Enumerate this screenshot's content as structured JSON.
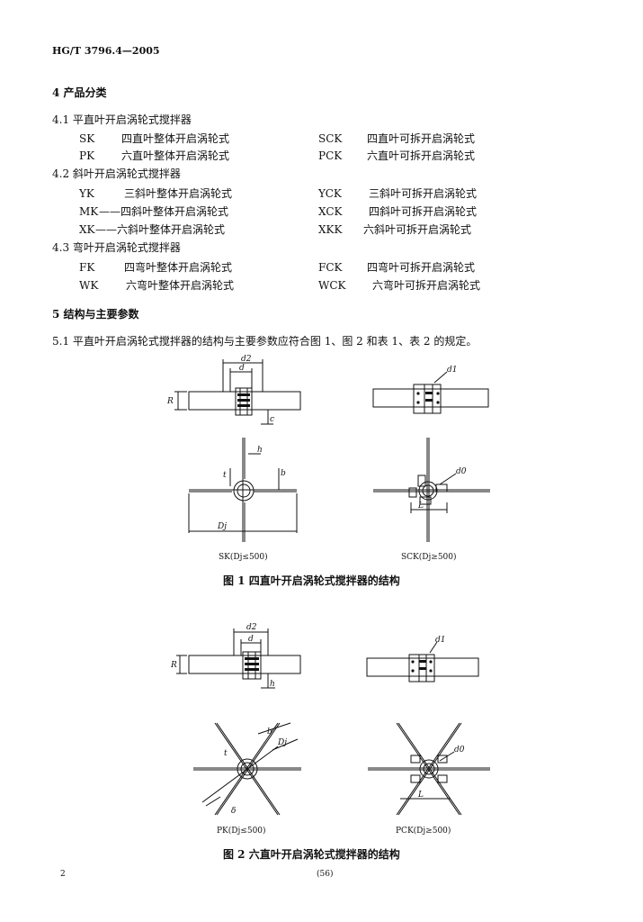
{
  "header": {
    "standard_no": "HG/T 3796.4—2005"
  },
  "section4": {
    "heading": "4  产品分类",
    "s41": {
      "heading": "4.1  平直叶开启涡轮式搅拌器",
      "rows": [
        {
          "lcode": "SK",
          "ldesc": "四直叶整体开启涡轮式",
          "rcode": "SCK",
          "rdesc": "四直叶可拆开启涡轮式"
        },
        {
          "lcode": "PK",
          "ldesc": "六直叶整体开启涡轮式",
          "rcode": "PCK",
          "rdesc": "六直叶可拆开启涡轮式"
        }
      ]
    },
    "s42": {
      "heading": "4.2  斜叶开启涡轮式搅拌器",
      "rows": [
        {
          "lcode": "YK",
          "ldesc": "三斜叶整体开启涡轮式",
          "rcode": "YCK",
          "rdesc": "三斜叶可拆开启涡轮式"
        },
        {
          "lcode": "MK",
          "ldesc": "——四斜叶整体开启涡轮式",
          "rcode": "XCK",
          "rdesc": "四斜叶可拆开启涡轮式"
        },
        {
          "lcode": "XK",
          "ldesc": "——六斜叶整体开启涡轮式",
          "rcode": "XKK",
          "rdesc": "六斜叶可拆开启涡轮式"
        }
      ]
    },
    "s43": {
      "heading": "4.3  弯叶开启涡轮式搅拌器",
      "rows": [
        {
          "lcode": "FK",
          "ldesc": "四弯叶整体开启涡轮式",
          "rcode": "FCK",
          "rdesc": "四弯叶可拆开启涡轮式"
        },
        {
          "lcode": "WK",
          "ldesc": "六弯叶整体开启涡轮式",
          "rcode": "WCK",
          "rdesc": "六弯叶可拆开启涡轮式"
        }
      ]
    }
  },
  "section5": {
    "heading": "5  结构与主要参数",
    "para51": "5.1  平直叶开启涡轮式搅拌器的结构与主要参数应符合图 1、图 2 和表 1、表 2 的规定。"
  },
  "figure1": {
    "left_label": "SK(Dj≤500)",
    "right_label": "SCK(Dj≥500)",
    "caption": "图 1   四直叶开启涡轮式搅拌器的结构",
    "dims": {
      "d2": "d2",
      "d": "d",
      "R": "R",
      "h": "h",
      "b": "b",
      "t": "t",
      "c": "c",
      "Dj": "Dj",
      "d1": "d1",
      "d0": "d0",
      "L": "L"
    }
  },
  "figure2": {
    "left_label": "PK(Dj≤500)",
    "right_label": "PCK(Dj≥500)",
    "caption": "图 2   六直叶开启涡轮式搅拌器的结构",
    "dims": {
      "d2": "d2",
      "d": "d",
      "R": "R",
      "h": "h",
      "b": "b",
      "t": "t",
      "Dj": "Dj",
      "d1": "d1",
      "d0": "d0",
      "L": "L",
      "delta": "δ"
    }
  },
  "footer": {
    "page_no": "2",
    "seq_no": "(56)"
  }
}
